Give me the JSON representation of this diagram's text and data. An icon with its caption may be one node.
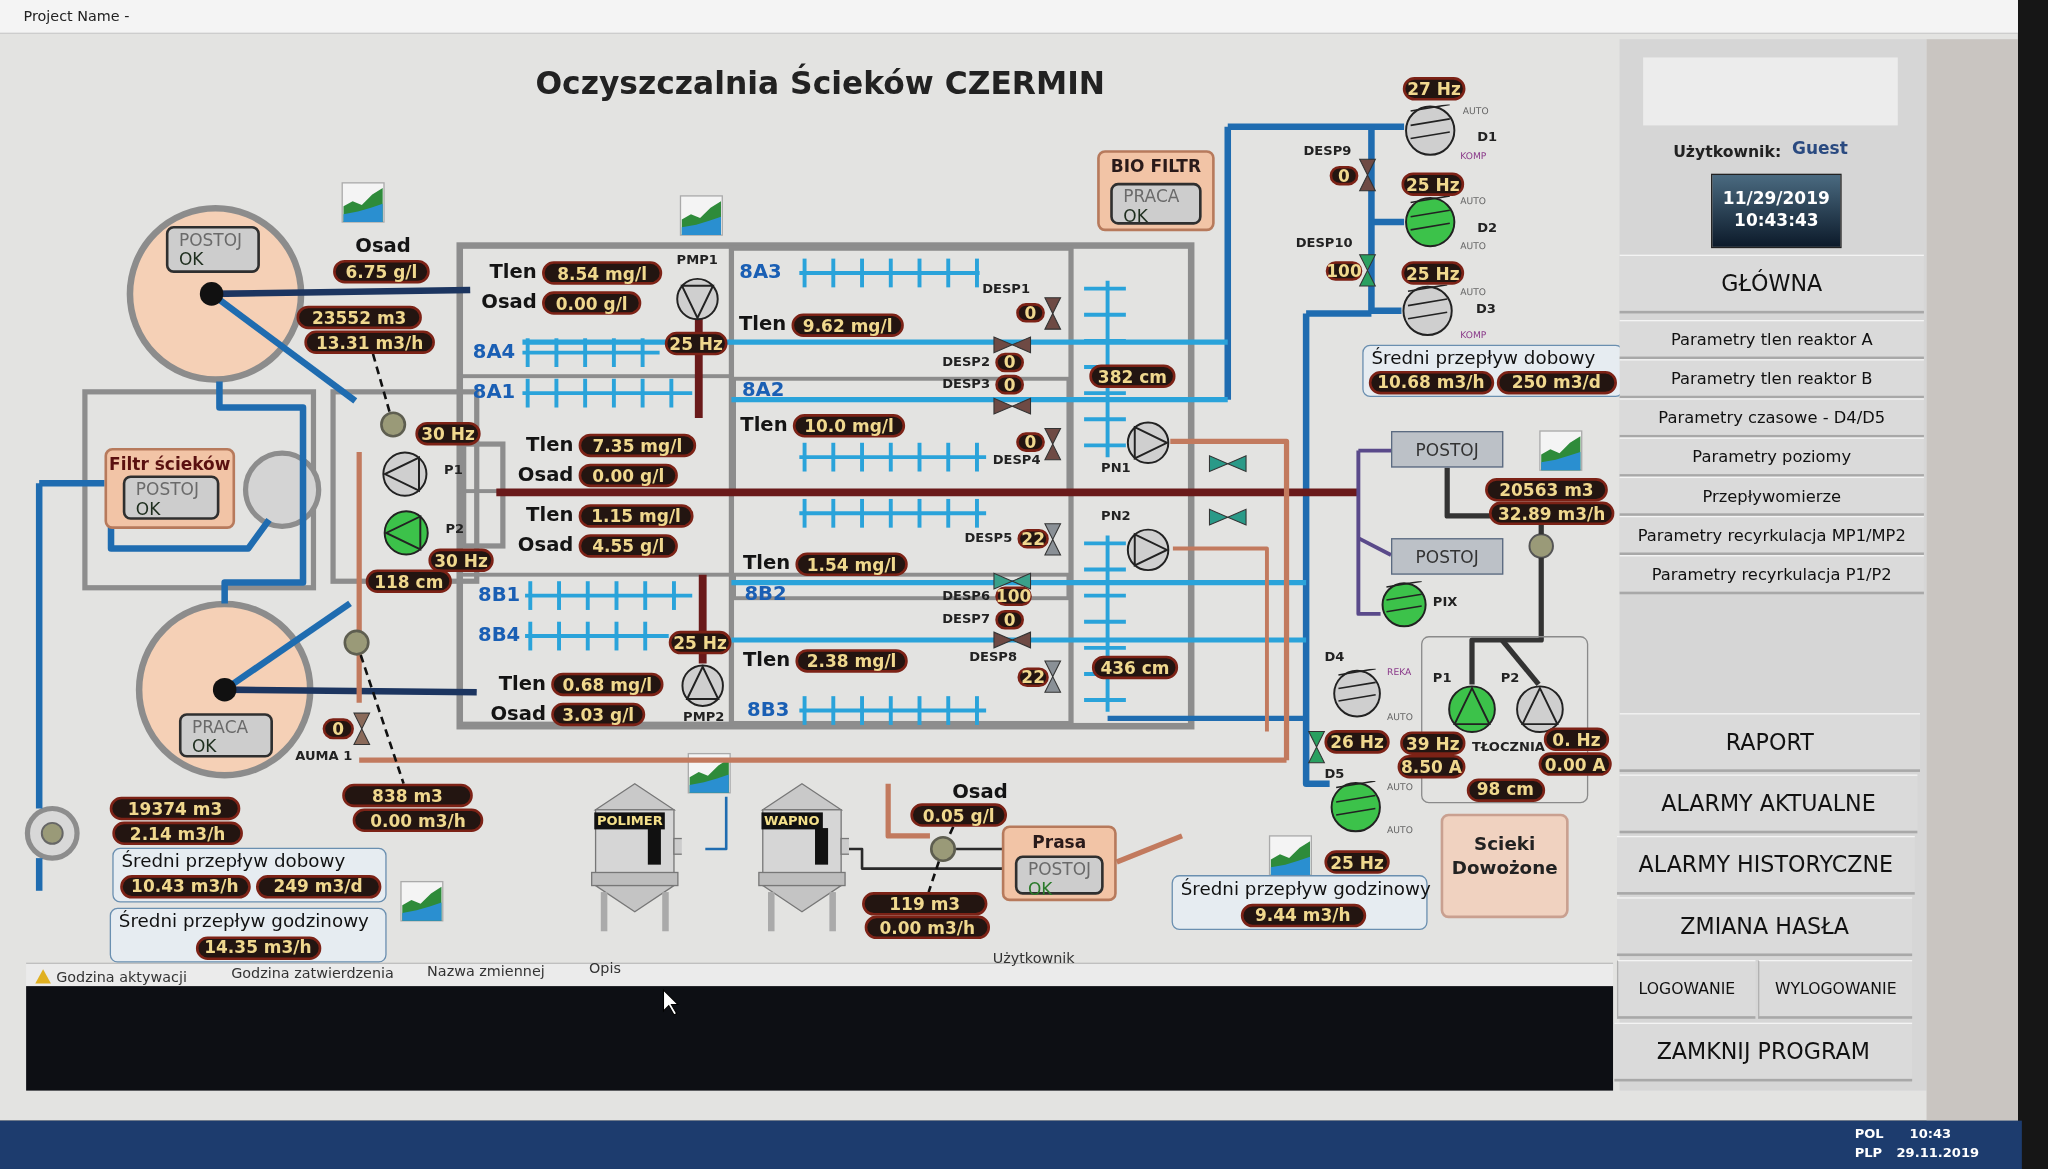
{
  "diagram": {
    "title": "Oczyszczalnia Ścieków CZERMIN",
    "nodes": [
      {
        "text": [],
        "shape": "circle"
      },
      {
        "text": [
          "POSTOJ",
          "OK"
        ],
        "in": 0
      },
      {
        "text": [
          "Filtr ścieków"
        ]
      },
      {
        "text": [
          "POSTOJ",
          "OK"
        ],
        "in": 2
      },
      {
        "text": [],
        "shape": "circle"
      },
      {
        "text": [
          "PRACA",
          "OK"
        ],
        "in": 4
      },
      {
        "text": [
          "BIO FILTR"
        ]
      },
      {
        "text": [
          "PRACA",
          "OK"
        ],
        "in": 6
      },
      {
        "text": [
          "Prasa"
        ]
      },
      {
        "text": [
          "POSTOJ",
          "OK"
        ],
        "in": 8
      },
      {
        "text": [
          "Średni przepływ dobowy"
        ]
      },
      {
        "text": [
          "10.43 m3/h"
        ],
        "in": 10
      },
      {
        "text": [
          "249 m3/d"
        ],
        "in": 10
      },
      {
        "text": [
          "Średni przepływ godzinowy"
        ]
      },
      {
        "text": [
          "14.35 m3/h"
        ],
        "in": 13
      },
      {
        "text": [
          "Średni przepływ dobowy"
        ]
      },
      {
        "text": [
          "10.68 m3/h"
        ],
        "in": 15
      },
      {
        "text": [
          "250 m3/d"
        ],
        "in": 15
      },
      {
        "text": [
          "Średni przepływ godzinowy"
        ]
      },
      {
        "text": [
          "9.44 m3/h"
        ],
        "in": 18
      },
      {
        "text": [
          "POSTOJ"
        ]
      },
      {
        "text": [
          "POSTOJ"
        ]
      },
      {
        "text": [
          "TŁOCZNIA"
        ]
      },
      {
        "text": [
          "Scieki Dowożone"
        ]
      },
      {
        "text": [
          "11/29/2019",
          "10:43:43"
        ]
      },
      {
        "text": [
          "6.75 g/l"
        ],
        "beside": [
          "Osad"
        ]
      },
      {
        "text": [
          "23552 m3"
        ]
      },
      {
        "text": [
          "13.31 m3/h"
        ]
      },
      {
        "text": [
          "30 Hz"
        ]
      },
      {
        "text": [
          "30 Hz"
        ]
      },
      {
        "text": [
          "118 cm"
        ]
      },
      {
        "text": [
          "0"
        ],
        "beside": [
          "AUMA 1"
        ]
      },
      {
        "text": [
          "838 m3"
        ]
      },
      {
        "text": [
          "0.00 m3/h"
        ]
      },
      {
        "text": [
          "19374 m3"
        ]
      },
      {
        "text": [
          "2.14 m3/h"
        ]
      },
      {
        "text": [
          "8.54 mg/l"
        ],
        "beside": [
          "Tlen"
        ]
      },
      {
        "text": [
          "0.00 g/l"
        ],
        "beside": [
          "Osad"
        ]
      },
      {
        "text": [
          "25 Hz"
        ]
      },
      {
        "text": [
          "7.35 mg/l"
        ],
        "beside": [
          "Tlen"
        ]
      },
      {
        "text": [
          "0.00 g/l"
        ],
        "beside": [
          "Osad"
        ]
      },
      {
        "text": [
          "1.15 mg/l"
        ],
        "beside": [
          "Tlen"
        ]
      },
      {
        "text": [
          "4.55 g/l"
        ],
        "beside": [
          "Osad"
        ]
      },
      {
        "text": [
          "25 Hz"
        ]
      },
      {
        "text": [
          "0.68 mg/l"
        ],
        "beside": [
          "Tlen"
        ]
      },
      {
        "text": [
          "3.03 g/l"
        ],
        "beside": [
          "Osad"
        ]
      },
      {
        "text": [
          "9.62 mg/l"
        ],
        "beside": [
          "Tlen"
        ]
      },
      {
        "text": [
          "0"
        ],
        "beside": [
          "DESP1"
        ]
      },
      {
        "text": [
          "0"
        ],
        "beside": [
          "DESP2"
        ]
      },
      {
        "text": [
          "0"
        ],
        "beside": [
          "DESP3"
        ]
      },
      {
        "text": [
          "10.0 mg/l"
        ],
        "beside": [
          "Tlen"
        ]
      },
      {
        "text": [
          "0"
        ],
        "beside": [
          "DESP4"
        ]
      },
      {
        "text": [
          "22"
        ],
        "beside": [
          "DESP5"
        ]
      },
      {
        "text": [
          "1.54 mg/l"
        ],
        "beside": [
          "Tlen"
        ]
      },
      {
        "text": [
          "100"
        ],
        "beside": [
          "DESP6"
        ]
      },
      {
        "text": [
          "0"
        ],
        "beside": [
          "DESP7"
        ]
      },
      {
        "text": [
          "2.38 mg/l"
        ],
        "beside": [
          "Tlen"
        ]
      },
      {
        "text": [
          "22"
        ],
        "beside": [
          "DESP8"
        ]
      },
      {
        "text": [
          "382 cm"
        ]
      },
      {
        "text": [
          "436 cm"
        ]
      },
      {
        "text": [
          "27 Hz"
        ]
      },
      {
        "text": [
          "0"
        ],
        "beside": [
          "DESP9"
        ]
      },
      {
        "text": [
          "25 Hz"
        ]
      },
      {
        "text": [
          "100"
        ],
        "beside": [
          "DESP10"
        ]
      },
      {
        "text": [
          "25 Hz"
        ]
      },
      {
        "text": [
          "20563 m3"
        ]
      },
      {
        "text": [
          "32.89 m3/h"
        ]
      },
      {
        "text": [
          "26 Hz"
        ]
      },
      {
        "text": [
          "39 Hz"
        ]
      },
      {
        "text": [
          "8.50 A"
        ]
      },
      {
        "text": [
          "0. Hz"
        ]
      },
      {
        "text": [
          "0.00 A"
        ]
      },
      {
        "text": [
          "98 cm"
        ],
        "in": 22
      },
      {
        "text": [
          "25 Hz"
        ]
      },
      {
        "text": [
          "0.05 g/l"
        ],
        "beside": [
          "Osad"
        ]
      },
      {
        "text": [
          "119 m3"
        ]
      },
      {
        "text": [
          "0.00 m3/h"
        ]
      },
      {
        "text": [
          "POLIMER"
        ]
      },
      {
        "text": [
          "WAPNO"
        ]
      },
      {
        "text": [],
        "shape": "circle",
        "beside": [
          "P1"
        ]
      },
      {
        "text": [],
        "shape": "circle",
        "beside": [
          "P2"
        ]
      },
      {
        "text": [],
        "shape": "circle",
        "beside": [
          "PMP1"
        ]
      },
      {
        "text": [],
        "shape": "circle",
        "beside": [
          "PMP2"
        ]
      },
      {
        "text": [],
        "shape": "circle",
        "beside": [
          "PN1"
        ]
      },
      {
        "text": [],
        "shape": "circle",
        "beside": [
          "PN2"
        ]
      },
      {
        "text": [],
        "shape": "circle",
        "beside": [
          "AUTO",
          "D1",
          "KOMP"
        ]
      },
      {
        "text": [],
        "shape": "circle",
        "beside": [
          "AUTO",
          "D2",
          "AUTO"
        ]
      },
      {
        "text": [],
        "shape": "circle",
        "beside": [
          "AUTO",
          "D3",
          "KOMP"
        ]
      },
      {
        "text": [],
        "shape": "circle",
        "beside": [
          "PIX"
        ]
      },
      {
        "text": [],
        "shape": "circle",
        "beside": [
          "D4",
          "REKA",
          "AUTO"
        ]
      },
      {
        "text": [],
        "shape": "circle",
        "beside": [
          "D5",
          "AUTO",
          "AUTO"
        ]
      },
      {
        "text": [],
        "shape": "circle",
        "in": 22,
        "beside": [
          "P1"
        ]
      },
      {
        "text": [],
        "shape": "circle",
        "in": 22,
        "beside": [
          "P2"
        ]
      },
      {
        "text": [
          "GŁÓWNA"
        ]
      },
      {
        "text": [
          "Parametry tlen reaktor A"
        ]
      },
      {
        "text": [
          "Parametry tlen reaktor B"
        ]
      },
      {
        "text": [
          "Parametry czasowe - D4/D5"
        ]
      },
      {
        "text": [
          "Parametry poziomy"
        ]
      },
      {
        "text": [
          "Przepływomierze"
        ]
      },
      {
        "text": [
          "Parametry recyrkulacja MP1/MP2"
        ]
      },
      {
        "text": [
          "Parametry recyrkulacja P1/P2"
        ]
      },
      {
        "text": [
          "RAPORT"
        ]
      },
      {
        "text": [
          "ALARMY AKTUALNE"
        ]
      },
      {
        "text": [
          "ALARMY HISTORYCZNE"
        ]
      },
      {
        "text": [
          "ZMIANA HASŁA"
        ]
      },
      {
        "text": [
          "LOGOWANIE"
        ]
      },
      {
        "text": [
          "WYLOGOWANIE"
        ]
      },
      {
        "text": [
          "ZAMKNIJ PROGRAM"
        ]
      },
      {
        "text": [],
        "shape": "circle"
      },
      {
        "text": [],
        "shape": "circle"
      },
      {
        "text": [],
        "shape": "circle"
      }
    ],
    "edges": [
      {
        "from": 27,
        "to": 108,
        "arrow": "none",
        "style": "dashed"
      },
      {
        "from": 109,
        "to": 32,
        "arrow": "none",
        "style": "dashed"
      },
      {
        "from": 74,
        "to": 110,
        "arrow": "none",
        "style": "dashed"
      },
      {
        "from": 110,
        "to": 75,
        "arrow": "none",
        "style": "dashed"
      }
    ],
    "labels": [
      "Project Name -",
      "8A4",
      "8A1",
      "8B1",
      "8B4",
      "8A3",
      "8A2",
      "8B2",
      "8B3",
      "Godzina aktywacji",
      "Godzina zatwierdzenia",
      "Nazwa zmiennej",
      "Opis",
      "Użytkownik",
      "Użytkownik:",
      "Guest",
      "POL",
      "PLP",
      "10:43",
      "29.11.2019"
    ]
  }
}
